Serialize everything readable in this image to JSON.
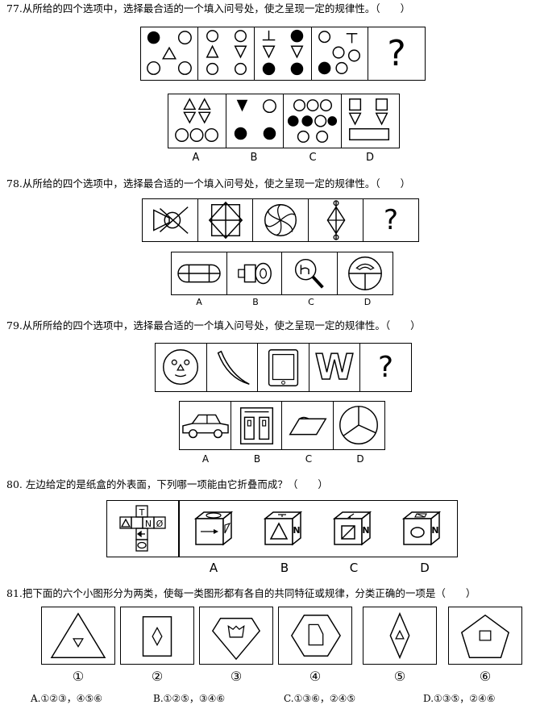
{
  "q77": {
    "text": "77.从所给的四个选项中，选择最合适的一个填入问号处，使之呈现一定的规律性。（　　）",
    "question_mark": "?",
    "options": [
      "A",
      "B",
      "C",
      "D"
    ]
  },
  "q78": {
    "text": "78.从所给的四个选项中，选择最合适的一个填入问号处，使之呈现一定的规律性。（　　）",
    "question_mark": "?",
    "options": [
      "A",
      "B",
      "C",
      "D"
    ]
  },
  "q79": {
    "text": "79.从所所给的四个选项中，选择最合适的一个填入问号处，使之呈现一定的规律性。（　　）",
    "question_mark": "?",
    "options": [
      "A",
      "B",
      "C",
      "D"
    ],
    "letter_w": "W"
  },
  "q80": {
    "text": "80. 左边给定的是纸盒的外表面，下列哪一项能由它折叠而成？（　　）",
    "options": [
      "A",
      "B",
      "C",
      "D"
    ],
    "net_letters": [
      "T",
      "N",
      "Ø"
    ],
    "face_letter": "N"
  },
  "q81": {
    "text": "81.把下面的六个小图形分为两类，使每一类图形都有各自的共同特征或规律，分类正确的一项是（　　）",
    "figure_numbers": [
      "①",
      "②",
      "③",
      "④",
      "⑤",
      "⑥"
    ],
    "answers": [
      "A.①②③，④⑤⑥",
      "B.①②⑤，③④⑥",
      "C.①③⑥，②④⑤",
      "D.①③⑤，②④⑥"
    ]
  }
}
